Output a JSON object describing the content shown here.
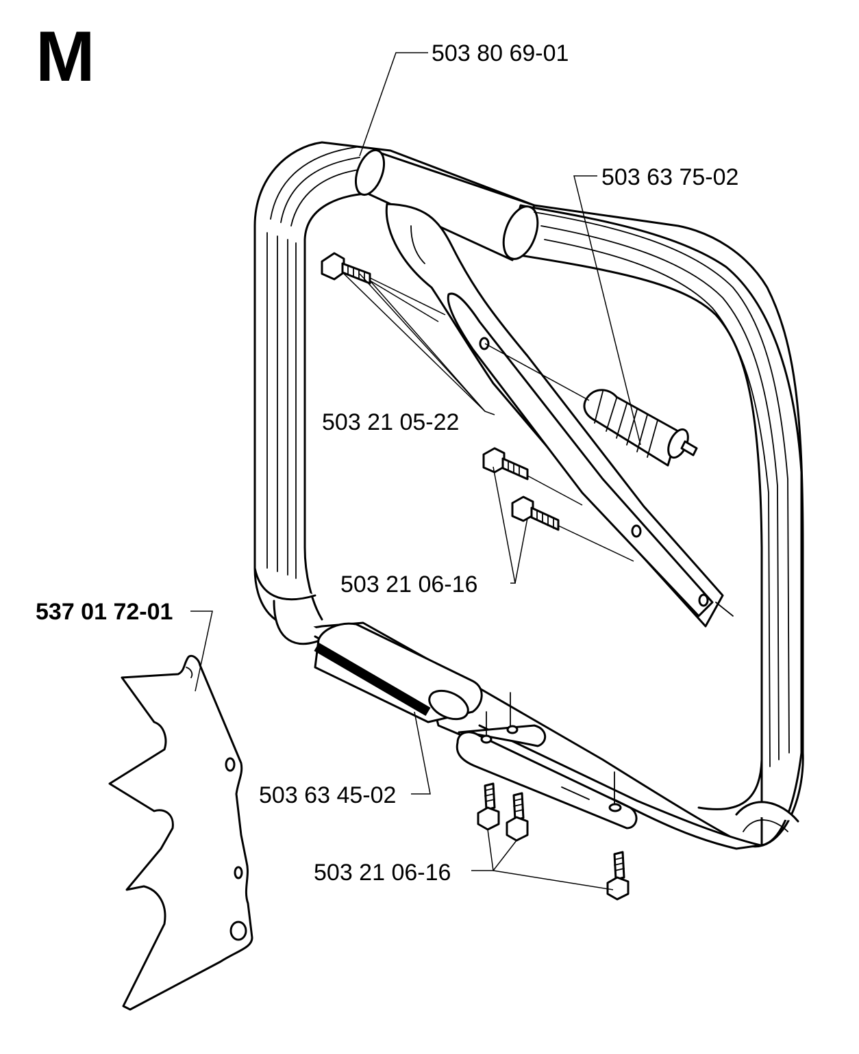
{
  "section_letter": "M",
  "labels": {
    "handle_top": "503 80 69-01",
    "grip_right": "503 63 75-02",
    "screw_upper": "503 21 05-22",
    "screw_middle": "503 21 06-16",
    "guard_plate": "537 01 72-01",
    "grip_bottom": "503 63 45-02",
    "screw_bottom": "503 21 06-16"
  }
}
